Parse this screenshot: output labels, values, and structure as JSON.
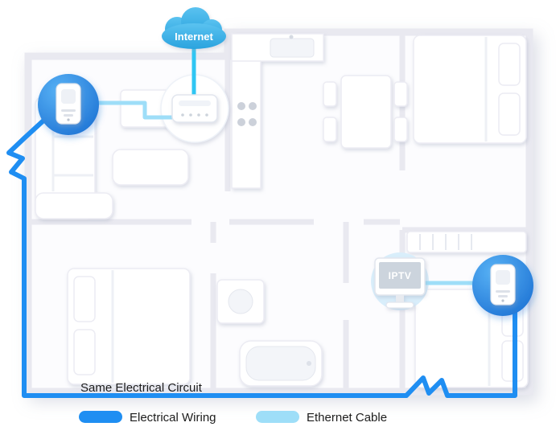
{
  "diagram": {
    "internet_label": "Internet",
    "iptv_label": "IPTV",
    "circuit_label": "Same Electrical Circuit"
  },
  "legend": {
    "items": [
      {
        "label": "Electrical Wiring",
        "color": "#1f8ef2"
      },
      {
        "label": "Ethernet Cable",
        "color": "#9edef8"
      }
    ]
  },
  "colors": {
    "electrical_wiring": "#1f8ef2",
    "ethernet_cable": "#9edef8",
    "internet_line": "#2fc6f3",
    "cloud_top": "#5ac2f0",
    "cloud_bottom": "#2aa3de",
    "adapter_circle_light": "#58b2f5",
    "adapter_circle_dark": "#1a6fd2",
    "iptv_screen": "#ccd4dd",
    "iptv_halo": "#d9eefb"
  },
  "icons": {
    "cloud": "internet-cloud-icon",
    "router": "router-icon",
    "powerline_adapter": "powerline-adapter-icon",
    "tv": "iptv-tv-icon"
  }
}
